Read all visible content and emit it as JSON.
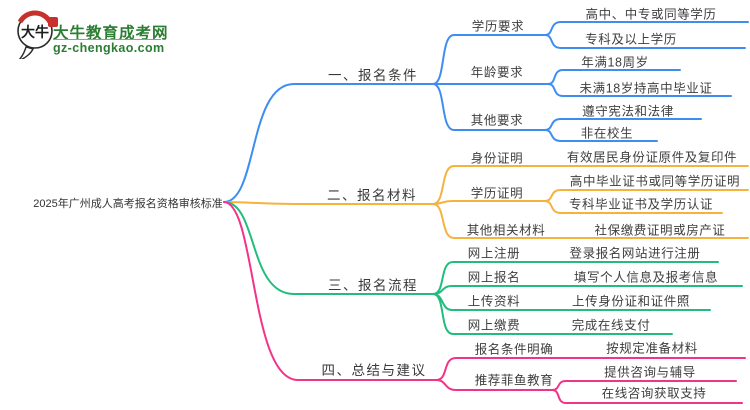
{
  "logo": {
    "badge": "大牛",
    "site_name": "大牛教育成考网",
    "site_url": "gz-chengkao.com"
  },
  "root": {
    "label": "2025年广州成人高考报名资格审核标准"
  },
  "branches": [
    {
      "label": "一、报名条件",
      "color": "#3E8EF2",
      "children": [
        {
          "label": "学历要求",
          "children": [
            {
              "label": "高中、中专或同等学历"
            },
            {
              "label": "专科及以上学历"
            }
          ]
        },
        {
          "label": "年龄要求",
          "children": [
            {
              "label": "年满18周岁"
            },
            {
              "label": "未满18岁持高中毕业证"
            }
          ]
        },
        {
          "label": "其他要求",
          "children": [
            {
              "label": "遵守宪法和法律"
            },
            {
              "label": "非在校生"
            }
          ]
        }
      ]
    },
    {
      "label": "二、报名材料",
      "color": "#F5B23F",
      "children": [
        {
          "label": "身份证明",
          "children": [
            {
              "label": "有效居民身份证原件及复印件"
            }
          ]
        },
        {
          "label": "学历证明",
          "children": [
            {
              "label": "高中毕业证书或同等学历证明"
            },
            {
              "label": "专科毕业证书及学历认证"
            }
          ]
        },
        {
          "label": "其他相关材料",
          "children": [
            {
              "label": "社保缴费证明或房产证"
            }
          ]
        }
      ]
    },
    {
      "label": "三、报名流程",
      "color": "#22BD7D",
      "children": [
        {
          "label": "网上注册",
          "children": [
            {
              "label": "登录报名网站进行注册"
            }
          ]
        },
        {
          "label": "网上报名",
          "children": [
            {
              "label": "填写个人信息及报考信息"
            }
          ]
        },
        {
          "label": "上传资料",
          "children": [
            {
              "label": "上传身份证和证件照"
            }
          ]
        },
        {
          "label": "网上缴费",
          "children": [
            {
              "label": "完成在线支付"
            }
          ]
        }
      ]
    },
    {
      "label": "四、总结与建议",
      "color": "#F23389",
      "children": [
        {
          "label": "报名条件明确",
          "children": [
            {
              "label": "按规定准备材料"
            }
          ]
        },
        {
          "label": "推荐菲鱼教育",
          "children": [
            {
              "label": "提供咨询与辅导"
            },
            {
              "label": "在线咨询获取支持"
            }
          ]
        }
      ]
    }
  ],
  "colors": {
    "branch1": "#3E8EF2",
    "branch2": "#F5B23F",
    "branch3": "#22BD7D",
    "bran4_unused": "#ffffff",
    "branch4": "#F23389",
    "text": "#3e3e3e",
    "logo_green": "#2B7D33",
    "logo_red": "#C8312B"
  },
  "icons": {
    "logo_bubble": "speech-bubble with calligraphy badge",
    "logo_arc": "red beret arc",
    "logo_seal": "red square seal"
  }
}
